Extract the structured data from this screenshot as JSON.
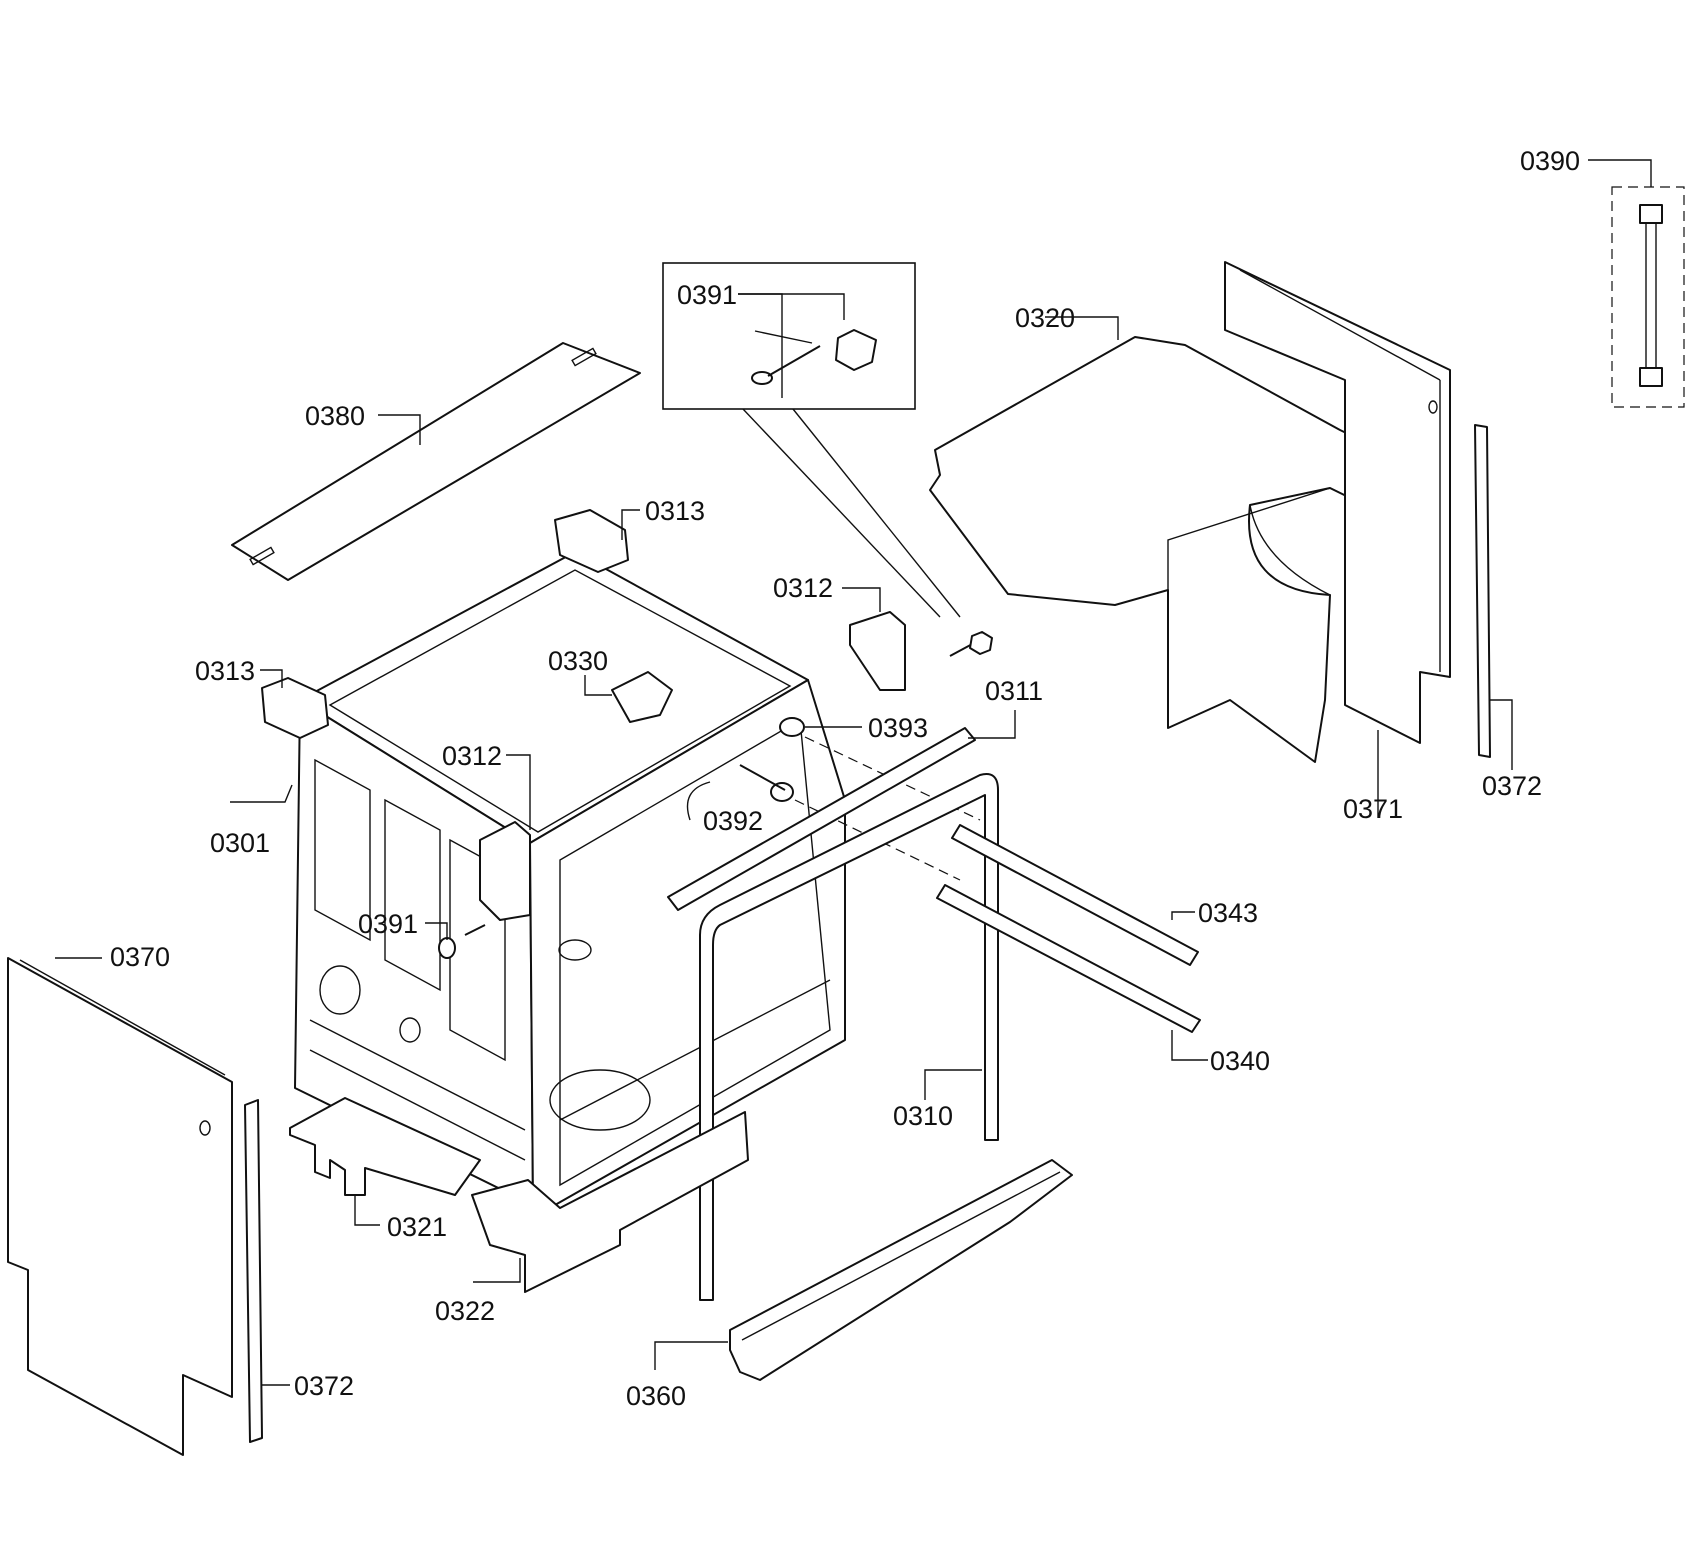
{
  "callouts": {
    "c0390": "0390",
    "c0391_detail": "0391",
    "c0320": "0320",
    "c0380": "0380",
    "c0313_top": "0313",
    "c0312_right": "0312",
    "c0330": "0330",
    "c0313_left": "0313",
    "c0311": "0311",
    "c0393": "0393",
    "c0312_left": "0312",
    "c0392": "0392",
    "c0301": "0301",
    "c0371": "0371",
    "c0372_right": "0372",
    "c0391_body": "0391",
    "c0343": "0343",
    "c0370": "0370",
    "c0340": "0340",
    "c0310": "0310",
    "c0321": "0321",
    "c0322": "0322",
    "c0372_left": "0372",
    "c0360": "0360"
  }
}
